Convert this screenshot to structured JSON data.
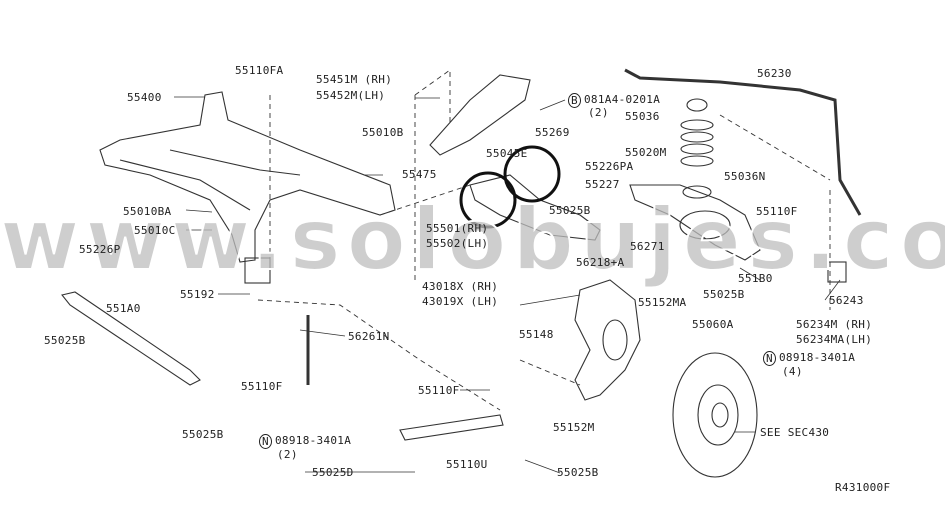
{
  "watermark": "www.solobujes.com",
  "diagram_code": "R431000F",
  "labels": {
    "p55110FA": "55110FA",
    "p55400": "55400",
    "p55451M": "55451M (RH)",
    "p55452M": "55452M(LH)",
    "p081A4": "081A4-0201A",
    "p081A4_qty": "(2)",
    "p56230": "56230",
    "p55036": "55036",
    "p55269": "55269",
    "p55010B": "55010B",
    "p55045E": "55045E",
    "p55020M": "55020M",
    "p55226PA": "55226PA",
    "p55475": "55475",
    "p55227": "55227",
    "p55036N": "55036N",
    "p55025B_a": "55025B",
    "p55010BA": "55010BA",
    "p55110F_a": "55110F",
    "p55501": "55501(RH)",
    "p55502": "55502(LH)",
    "p55010C": "55010C",
    "p55226P": "55226P",
    "p56271": "56271",
    "p56218A": "56218+A",
    "p551B0": "551B0",
    "p55192": "55192",
    "p43018X": "43018X (RH)",
    "p43019X": "43019X (LH)",
    "p55025B_b": "55025B",
    "p56243": "56243",
    "p551A0": "551A0",
    "p55152MA": "55152MA",
    "p55025B_c": "55025B",
    "p56261N": "56261N",
    "p55148": "55148",
    "p55060A": "55060A",
    "p56234M": "56234M  (RH)",
    "p56234MA": "56234MA(LH)",
    "p08918_a": "08918-3401A",
    "p08918_a_qty": "(4)",
    "p55110F_b": "55110F",
    "p55110F_c": "55110F",
    "p55025B_d": "55025B",
    "p_see": "SEE SEC430",
    "p55152M": "55152M",
    "p08918_b": "08918-3401A",
    "p08918_b_qty": "(2)",
    "p55110U": "55110U",
    "p55025D": "55025D",
    "p55025B_e": "55025B"
  },
  "markers": {
    "b": "B",
    "n1": "N",
    "n2": "N"
  }
}
